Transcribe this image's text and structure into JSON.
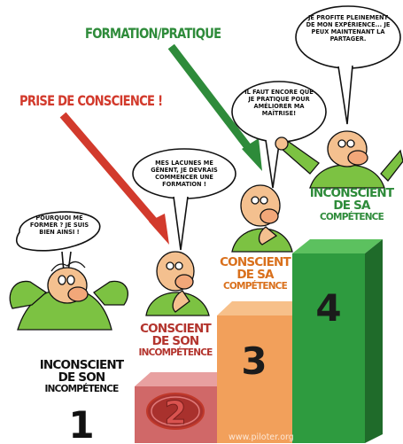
{
  "phases": {
    "awareness": "PRISE DE CONSCIENCE !",
    "training": "FORMATION/PRATIQUE"
  },
  "speech": {
    "step1": "POURQUOI ME FORMER ? JE SUIS BIEN AINSI !",
    "step2": "MES LACUNES ME GÊNENT, JE DEVRAIS COMMENCER UNE FORMATION !",
    "step3": "IL FAUT ENCORE QUE JE PRATIQUE POUR AMÉLIORER MA MAÎTRISE!",
    "step4": "JE PROFITE PLEINEMENT DE MON EXPÉRIENCE... JE PEUX MAINTENANT LA PARTAGER."
  },
  "stages": [
    {
      "number": "1",
      "line1": "INCONSCIENT",
      "line2": "DE SON",
      "line3": "INCOMPÉTENCE",
      "color": "#111111"
    },
    {
      "number": "2",
      "line1": "CONSCIENT",
      "line2": "DE SON",
      "line3": "INCOMPÉTENCE",
      "color": "#b3342d"
    },
    {
      "number": "3",
      "line1": "CONSCIENT",
      "line2": "DE SA",
      "line3": "COMPÉTENCE",
      "color": "#d9701c"
    },
    {
      "number": "4",
      "line1": "INCONSCIENT",
      "line2": "DE SA",
      "line3": "COMPÉTENCE",
      "color": "#2e8b3a"
    }
  ],
  "colors": {
    "red": "#d23a2c",
    "green": "#2e8b3a",
    "orange": "#f2a05b",
    "skin": "#f4c08f",
    "shirt": "#7cc242"
  },
  "watermark": "www.piloter.org"
}
